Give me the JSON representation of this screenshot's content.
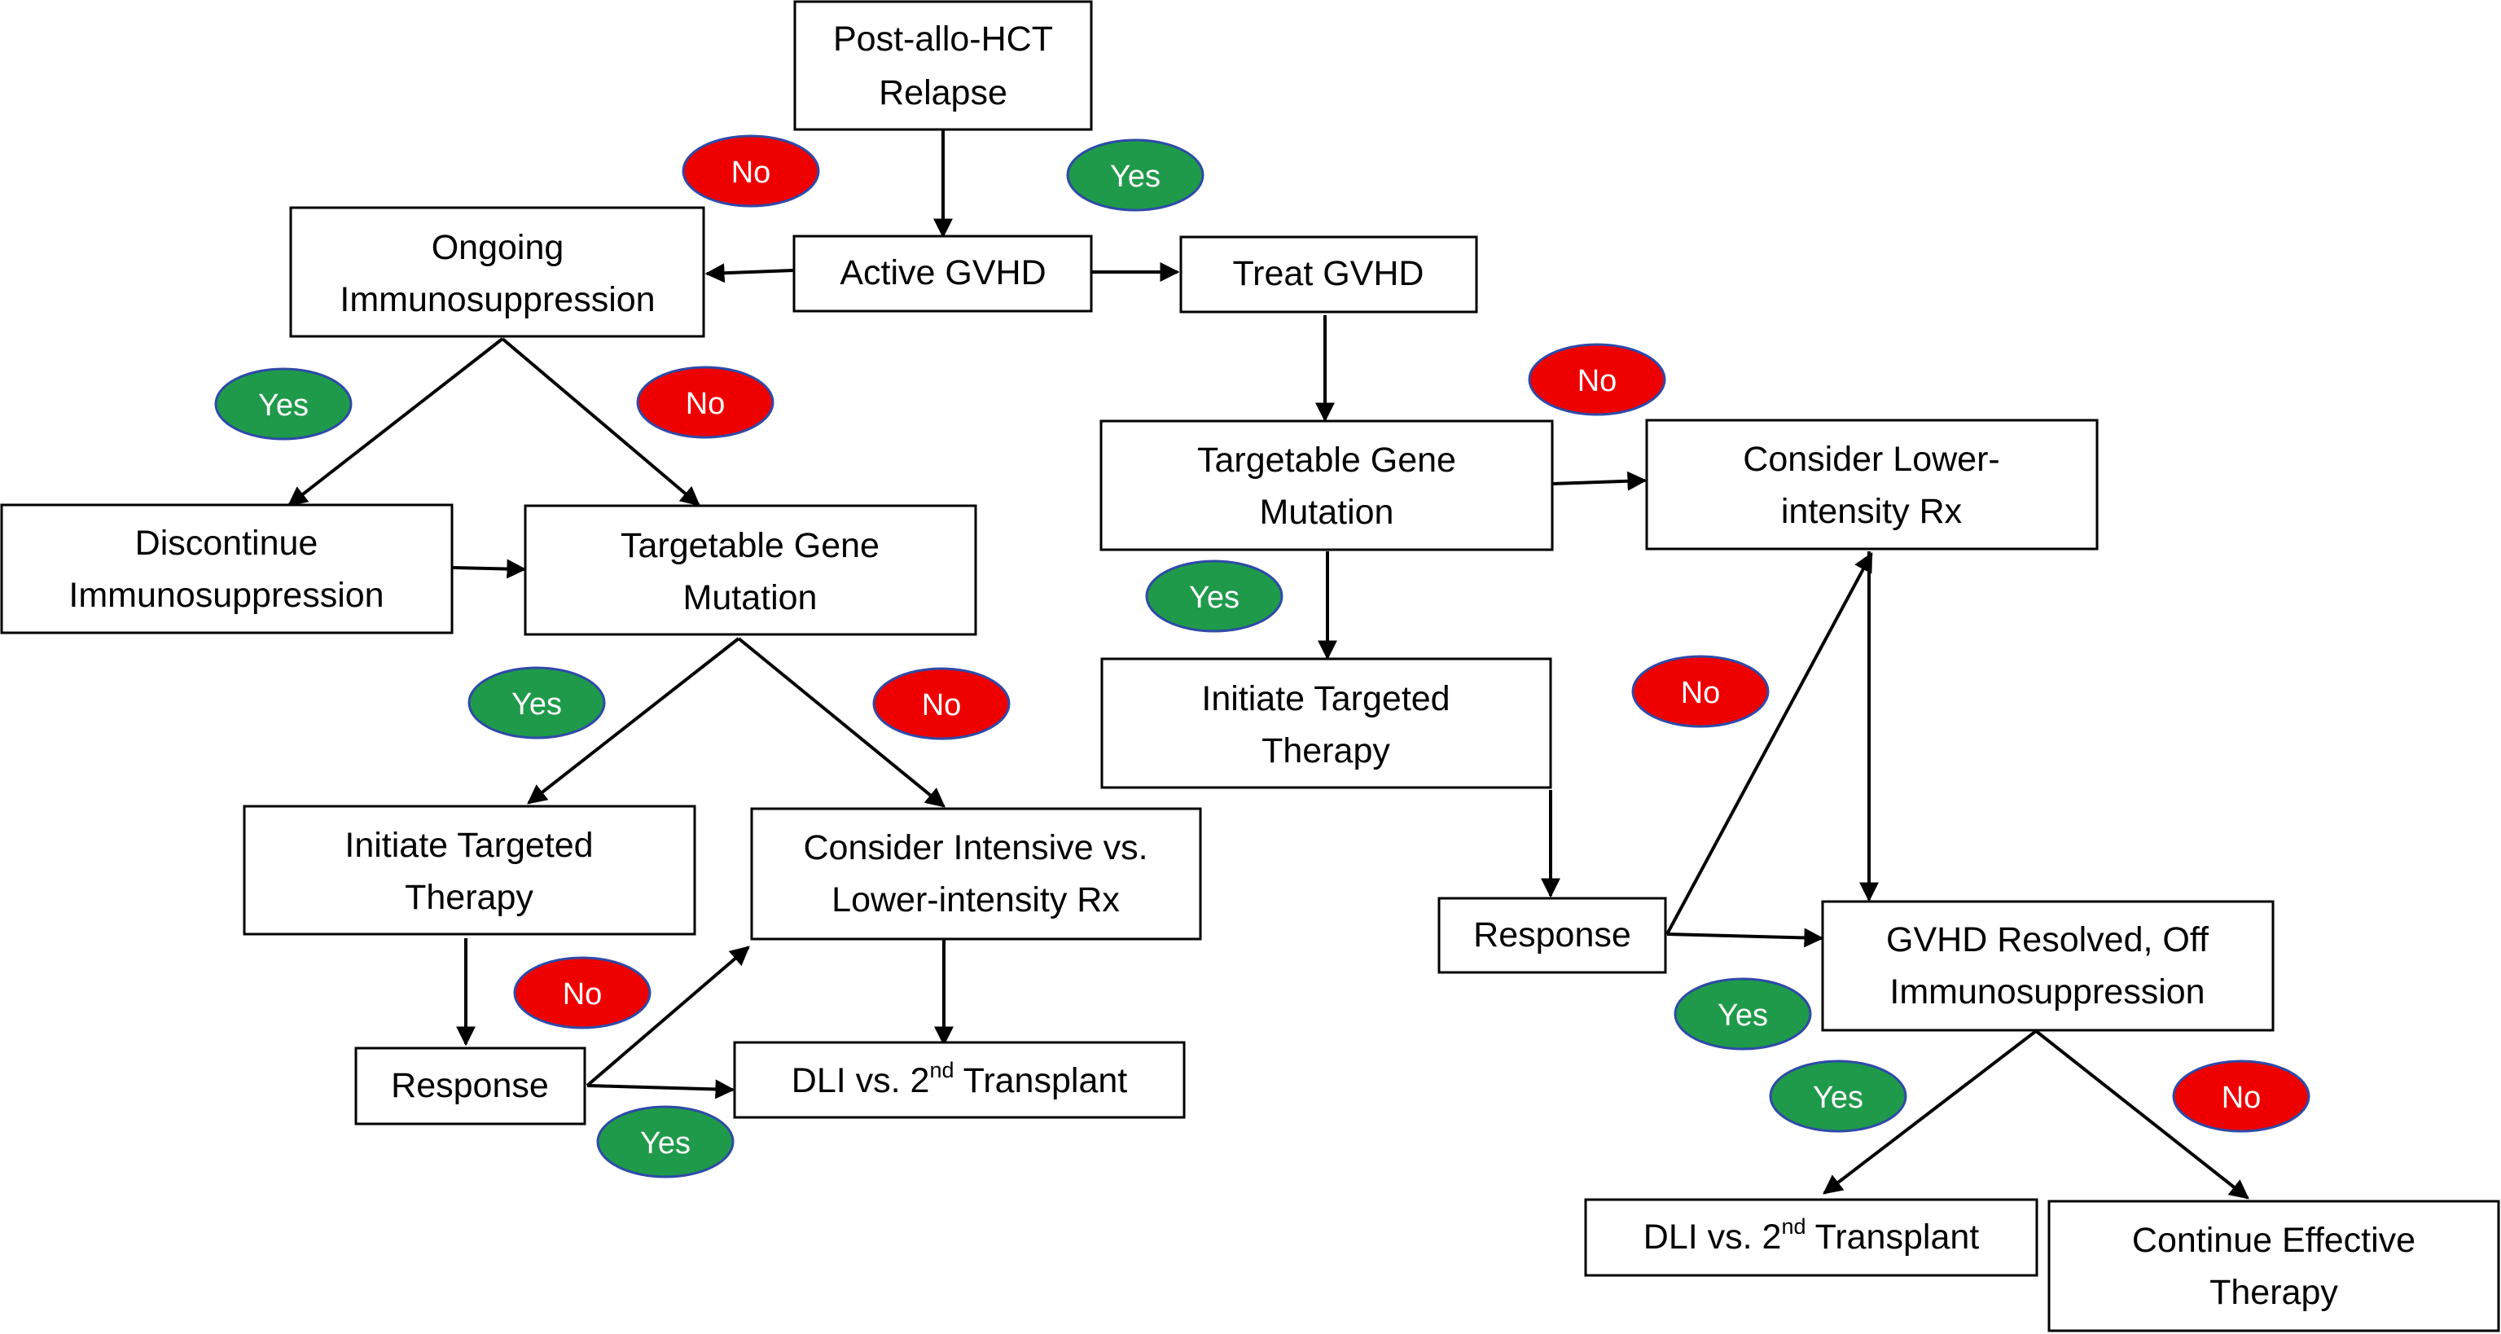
{
  "colors": {
    "yes": "#1f9a4a",
    "no": "#ee0000",
    "oval_border": "#2e4aa8",
    "box_border": "#000000",
    "arrow": "#000000"
  },
  "nodes": {
    "post_allo_hct_relapse": {
      "line1": "Post-allo-HCT",
      "line2": "Relapse"
    },
    "active_gvhd": {
      "line1": "Active GVHD"
    },
    "treat_gvhd": {
      "line1": "Treat GVHD"
    },
    "ongoing_immunosuppression": {
      "line1": "Ongoing",
      "line2": "Immunosuppression"
    },
    "discontinue_immunosuppression": {
      "line1": "Discontinue",
      "line2": "Immunosuppression"
    },
    "targetable_gene_mutation_left": {
      "line1": "Targetable Gene",
      "line2": "Mutation"
    },
    "initiate_targeted_therapy_left": {
      "line1": "Initiate Targeted",
      "line2": "Therapy"
    },
    "consider_intensive": {
      "line1": "Consider Intensive vs.",
      "line2": "Lower-intensity Rx"
    },
    "response_left": {
      "line1": "Response"
    },
    "dli_left": {
      "prefix": "DLI vs. 2",
      "sup": "nd",
      "suffix": " Transplant"
    },
    "targetable_gene_mutation_right": {
      "line1": "Targetable Gene",
      "line2": "Mutation"
    },
    "consider_lower_intensity": {
      "line1": "Consider Lower-",
      "line2": "intensity Rx"
    },
    "initiate_targeted_therapy_right": {
      "line1": "Initiate Targeted",
      "line2": "Therapy"
    },
    "response_right": {
      "line1": "Response"
    },
    "gvhd_resolved": {
      "line1": "GVHD Resolved, Off",
      "line2": "Immunosuppression"
    },
    "dli_right": {
      "prefix": "DLI vs. 2",
      "sup": "nd",
      "suffix": " Transplant"
    },
    "continue_effective_therapy": {
      "line1": "Continue Effective",
      "line2": "Therapy"
    }
  },
  "labels": {
    "yes": "Yes",
    "no": "No"
  }
}
